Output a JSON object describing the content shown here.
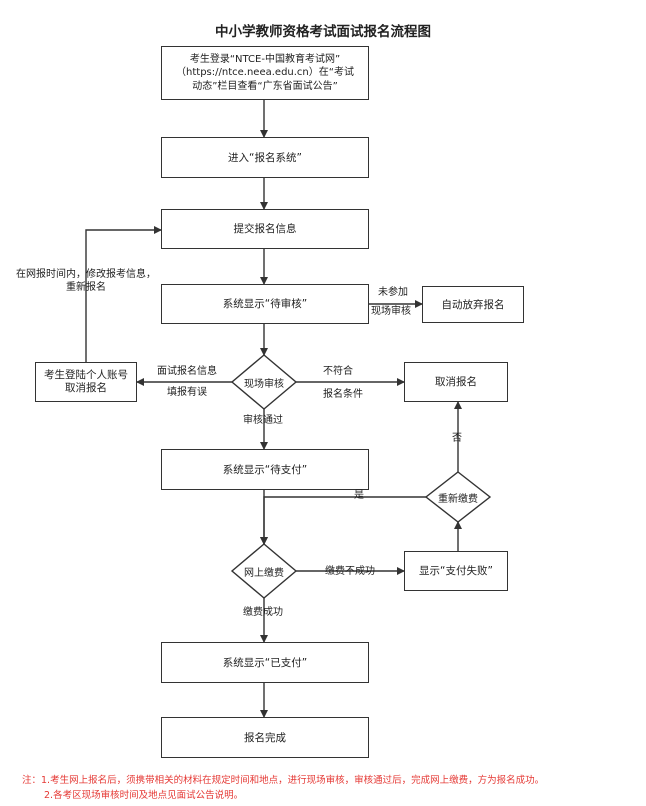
{
  "title": "中小学教师资格考试面试报名流程图",
  "boxes": {
    "login_line1": "考生登录“NTCE-中国教育考试网”",
    "login_line2": "（https://ntce.neea.edu.cn）在“考试",
    "login_line3": "动态”栏目查看“广东省面试公告”",
    "enter_system": "进入“报名系统”",
    "submit_info": "提交报名信息",
    "pending_review": "系统显示“待审核”",
    "auto_abandon": "自动放弃报名",
    "cancel_signup": "取消报名",
    "login_cancel_line1": "考生登陆个人账号",
    "login_cancel_line2": "取消报名",
    "pending_payment": "系统显示“待支付”",
    "payment_failed": "显示“支付失败”",
    "paid": "系统显示“已支付”",
    "signup_done": "报名完成"
  },
  "diamonds": {
    "onsite_review": "现场审核",
    "repay": "重新缴费",
    "online_pay": "网上缴费"
  },
  "labels": {
    "not_attend_1": "未参加",
    "not_attend_2": "现场审核",
    "not_meet_1": "不符合",
    "not_meet_2": "报名条件",
    "info_error_1": "面试报名信息",
    "info_error_2": "填报有误",
    "modify_1": "在网报时间内，修改报考信息，",
    "modify_2": "重新报名",
    "review_passed": "审核通过",
    "no": "否",
    "yes": "是",
    "pay_failed": "缴费不成功",
    "pay_success": "缴费成功"
  },
  "notes": {
    "line1": "注：1.考生网上报名后，须携带相关的材料在规定时间和地点，进行现场审核，审核通过后，完成网上缴费，方为报名成功。",
    "line2": "2.各考区现场审核时间及地点见面试公告说明。"
  }
}
